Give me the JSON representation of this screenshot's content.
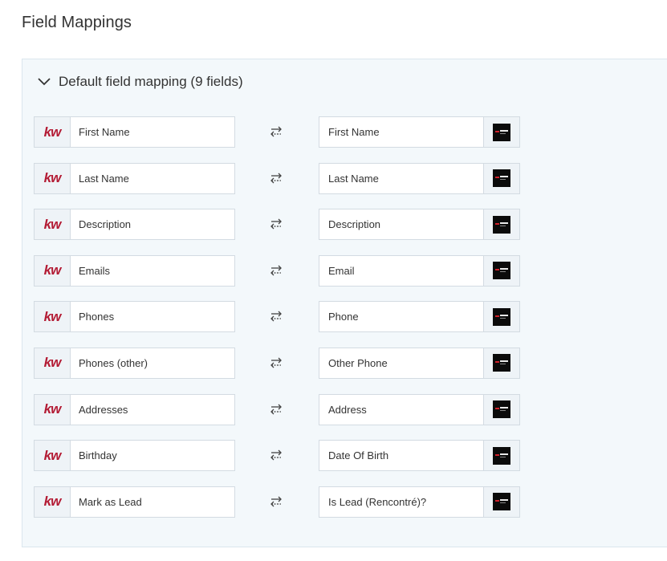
{
  "page": {
    "title": "Field Mappings"
  },
  "section": {
    "title": "Default field mapping (9 fields)"
  },
  "colors": {
    "accent_kw": "#b31b34",
    "panel_bg": "#f3f8fb",
    "border": "#d3dbe2"
  },
  "icons": {
    "collapse": "chevron-down-icon",
    "swap": "swap-arrows-icon",
    "source": "kw-logo-icon",
    "target": "brand-logo-icon"
  },
  "source_logo_text": "kw",
  "mappings": [
    {
      "source": "First Name",
      "target": "First Name"
    },
    {
      "source": "Last Name",
      "target": "Last Name"
    },
    {
      "source": "Description",
      "target": "Description"
    },
    {
      "source": "Emails",
      "target": "Email"
    },
    {
      "source": "Phones",
      "target": "Phone"
    },
    {
      "source": "Phones (other)",
      "target": "Other Phone"
    },
    {
      "source": "Addresses",
      "target": "Address"
    },
    {
      "source": "Birthday",
      "target": "Date Of Birth"
    },
    {
      "source": "Mark as Lead",
      "target": "Is Lead (Rencontré)?"
    }
  ]
}
